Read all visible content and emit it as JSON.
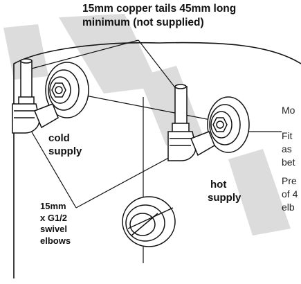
{
  "labels": {
    "title_line1": "15mm copper tails 45mm long",
    "title_line2": "minimum (not supplied)",
    "cold_line1": "cold",
    "cold_line2": "supply",
    "hot_line1": "hot",
    "hot_line2": "supply",
    "elbows_line1": "15mm",
    "elbows_line2": "x G1/2",
    "elbows_line3": "swivel",
    "elbows_line4": "elbows"
  },
  "side_text": {
    "t1": "Mo",
    "t2": "Fit",
    "t3": "as",
    "t4": "bet",
    "t5": "Pre",
    "t6": "of 4",
    "t7": "elb"
  },
  "colors": {
    "line": "#111111",
    "watermark": "#d8d8d8"
  }
}
